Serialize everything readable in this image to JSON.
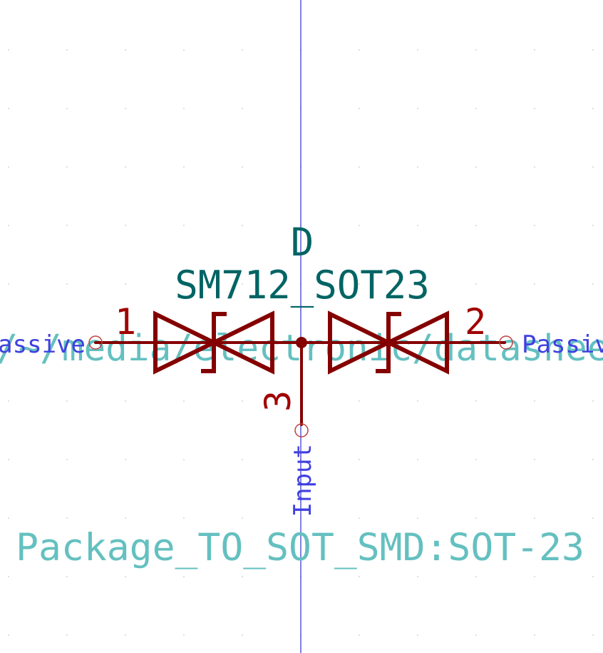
{
  "symbol": {
    "reference": "D",
    "value": "SM712_SOT23",
    "footprint": "Package_TO_SOT_SMD:SOT-23",
    "datasheet": "https://www.littelfuse.com/~/media/electronic/datasheets/tvs_diode_arrays/littelfuse_tvs_diode_array_sm712_datasheet.pdf.pdf"
  },
  "pins": [
    {
      "number": "1",
      "type": "Passive"
    },
    {
      "number": "2",
      "type": "Passive"
    },
    {
      "number": "3",
      "type": "Input"
    }
  ],
  "colors": {
    "background": "#ffffff",
    "body": "#840000",
    "pin_number": "#a00000",
    "pin_type": "#4040e0",
    "ref_value": "#006464",
    "field_text": "#64c0c0",
    "axis": "#0000c8",
    "grid": "#c8c8c8",
    "pin_end": "#c04040"
  }
}
